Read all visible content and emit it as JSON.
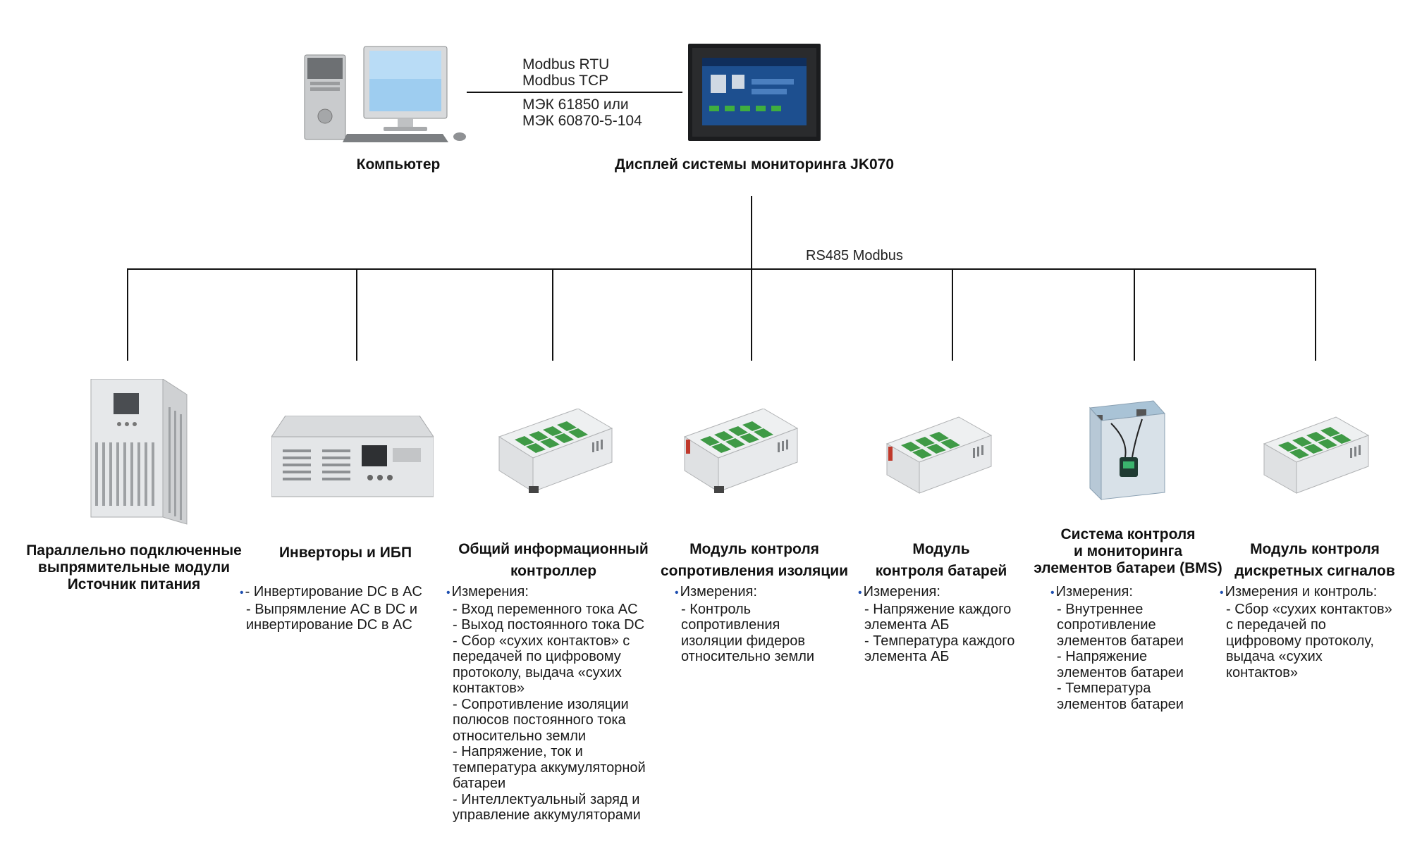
{
  "top": {
    "computer_label": "Компьютер",
    "display_label": "Дисплей системы мониторинга JK070",
    "protocols": [
      "Modbus RTU",
      "Modbus TCP",
      "МЭК 61850 или",
      "МЭК 60870-5-104"
    ],
    "bus_label": "RS485 Modbus"
  },
  "devices": [
    {
      "title": [
        "Параллельно подключенные",
        "выпрямительные модули",
        "Источник питания"
      ],
      "desc": []
    },
    {
      "title": [
        "Инверторы и ИБП"
      ],
      "desc": [
        "- Инвертирование DC в AC",
        "- Выпрямление AC в DC и",
        "инвертирование DC в AC"
      ]
    },
    {
      "title": [
        "Общий информационный",
        "контроллер"
      ],
      "desc": [
        "Измерения:",
        "- Вход переменного тока AC",
        "- Выход постоянного тока DC",
        "- Сбор «сухих контактов» с",
        "передачей по цифровому",
        "протоколу, выдача «сухих",
        "контактов»",
        "- Сопротивление изоляции",
        "полюсов постоянного тока",
        "относительно земли",
        "- Напряжение, ток и",
        "температура аккумуляторной",
        "батареи",
        "- Интеллектуальный заряд и",
        "управление аккумуляторами"
      ]
    },
    {
      "title": [
        "Модуль контроля",
        "сопротивления изоляции"
      ],
      "desc": [
        "Измерения:",
        "- Контроль",
        "сопротивления",
        "изоляции фидеров",
        "относительно земли"
      ]
    },
    {
      "title": [
        "Модуль",
        "контроля батарей"
      ],
      "desc": [
        "Измерения:",
        "- Напряжение каждого",
        "элемента АБ",
        "- Температура каждого",
        "элемента АБ"
      ]
    },
    {
      "title": [
        "Система контроля",
        "и мониторинга",
        "элементов батареи (BMS)"
      ],
      "desc": [
        "Измерения:",
        "- Внутреннее",
        "сопротивление",
        "элементов батареи",
        "- Напряжение",
        "элементов батареи",
        "- Температура",
        "элементов батареи"
      ]
    },
    {
      "title": [
        "Модуль контроля",
        "дискретных сигналов"
      ],
      "desc": [
        "Измерения и контроль:",
        "- Сбор «сухих контактов»",
        "с передачей по",
        "цифровому протоколу,",
        "выдача «сухих",
        "контактов»"
      ]
    }
  ],
  "colors": {
    "bullet": "#1e4fb0",
    "line": "#111111",
    "screen": "#1d4f8f"
  }
}
